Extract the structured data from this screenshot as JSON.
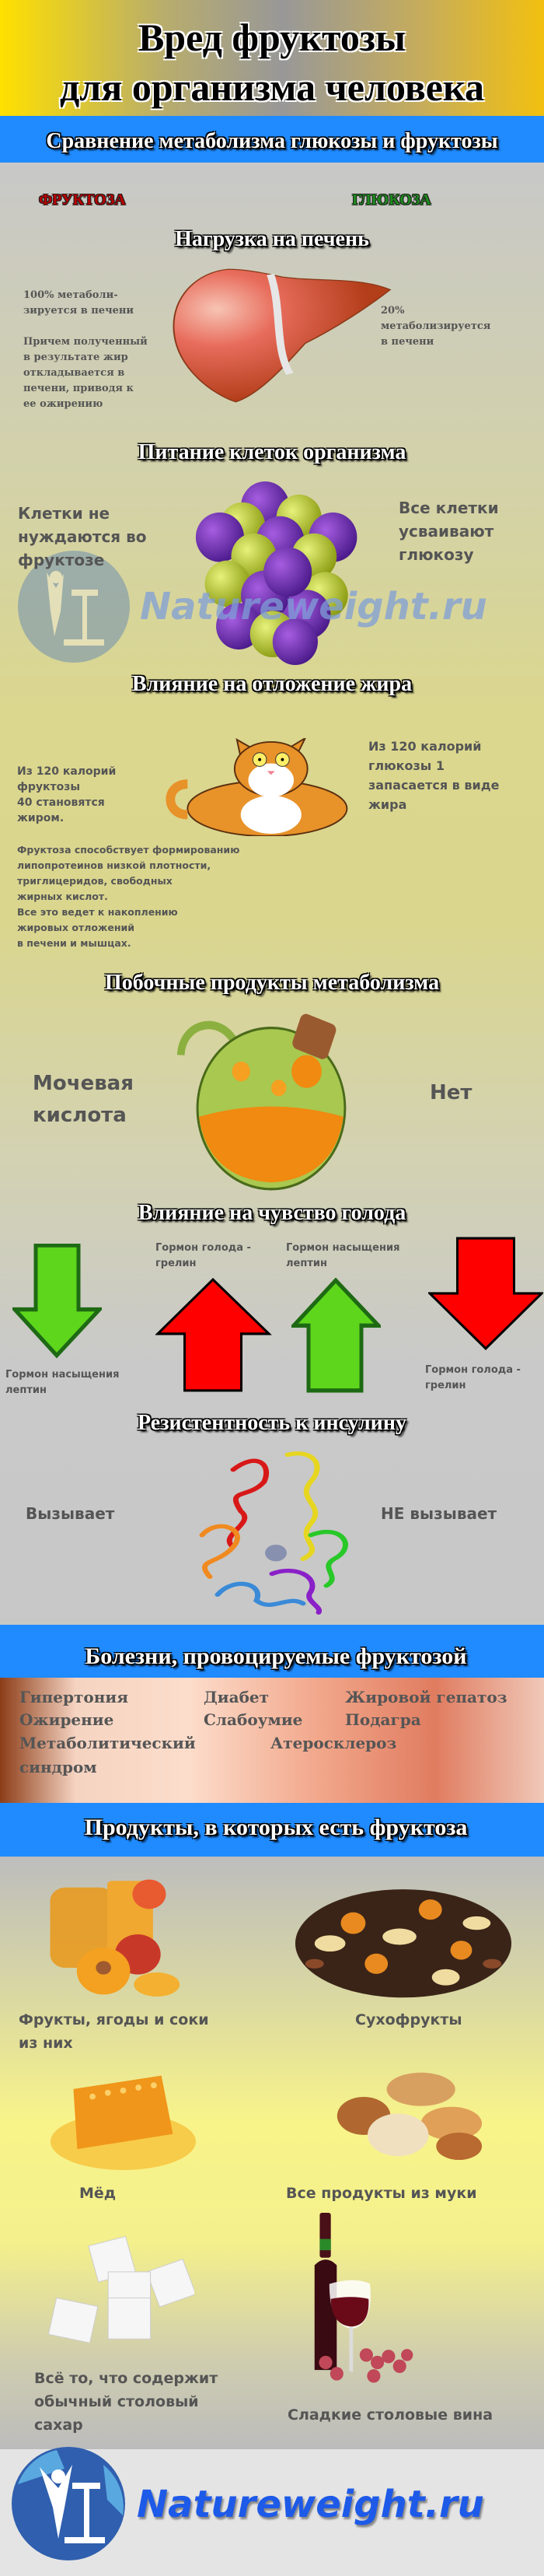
{
  "header": {
    "title_line1": "Вред фруктозы",
    "title_line2": "для организма человека"
  },
  "section1": {
    "title": "Сравнение метаболизма глюкозы и фруктозы",
    "fructose_label": "ФРУКТОЗА",
    "glucose_label": "ГЛЮКОЗА"
  },
  "liver": {
    "title": "Нагрузка на печень",
    "left_lines": [
      "100% метаболи-",
      "зируется в печени"
    ],
    "left_note_lines": [
      "Причем полученный",
      "в результате жир",
      "откладывается в",
      "печени, приводя к",
      "ее ожирению"
    ],
    "right_lines": [
      "20%",
      "метаболизируется",
      "в печени"
    ]
  },
  "cells": {
    "title": "Питание клеток организма",
    "left_lines": [
      "Клетки не",
      "нуждаются во",
      "фруктозе"
    ],
    "right_lines": [
      "Все клетки",
      "усваивают",
      "глюкозу"
    ]
  },
  "watermark": {
    "text": "Natureweight.ru"
  },
  "fat": {
    "title": "Влияние на отложение жира",
    "left_lines": [
      "Из 120 калорий",
      "фруктозы",
      "40 становятся",
      "жиром."
    ],
    "right_lines": [
      "Из 120 калорий",
      "глюкозы 1",
      "запасается в виде",
      "жира"
    ],
    "note_lines": [
      "Фруктоза способствует формированию",
      "липопротеинов низкой плотности,",
      "триглицеридов, свободных",
      "жирных кислот.",
      "Все это ведет к накоплению",
      "жировых отложений",
      "в печени и мышцах."
    ]
  },
  "byproducts": {
    "title": "Побочные продукты метаболизма",
    "left_lines": [
      "Мочевая",
      "кислота"
    ],
    "right": "Нет"
  },
  "hunger": {
    "title": "Влияние на чувство голода",
    "leptin_down": [
      "Гормон насыщения",
      "лептин"
    ],
    "ghrelin_up": [
      "Гормон голода -",
      "грелин"
    ],
    "leptin_up": [
      "Гормон насыщения",
      "лептин"
    ],
    "ghrelin_down": [
      "Гормон голода -",
      "грелин"
    ]
  },
  "insulin": {
    "title": "Резистентность к инсулину",
    "left": "Вызывает",
    "right": "НЕ вызывает"
  },
  "diseases": {
    "title": "Болезни, провоцируемые фруктозой",
    "items": [
      "Гипертония",
      "Диабет",
      "Жировой гепатоз",
      "Ожирение",
      "Слабоумие",
      "Подагра",
      "Метаболитический",
      "синдром",
      "Атеросклероз"
    ]
  },
  "products": {
    "title": "Продукты, в которых есть фруктоза",
    "items": [
      {
        "label_lines": [
          "Фрукты, ягоды и соки",
          "из них"
        ]
      },
      {
        "label_lines": [
          "Сухофрукты"
        ]
      },
      {
        "label_lines": [
          "Мёд"
        ]
      },
      {
        "label_lines": [
          "Все продукты из муки"
        ]
      },
      {
        "label_lines": [
          "Всё то, что содержит",
          "обычный столовый",
          "сахар"
        ]
      },
      {
        "label_lines": [
          "Сладкие столовые вина"
        ]
      }
    ]
  },
  "footer": {
    "logo_text": "Natureweight.ru"
  },
  "colors": {
    "fructose": "#b80000",
    "glucose": "#1e8a1e",
    "band": "#1f8bff",
    "arrow_green": "#5ed61c",
    "arrow_red": "#ff0000"
  }
}
